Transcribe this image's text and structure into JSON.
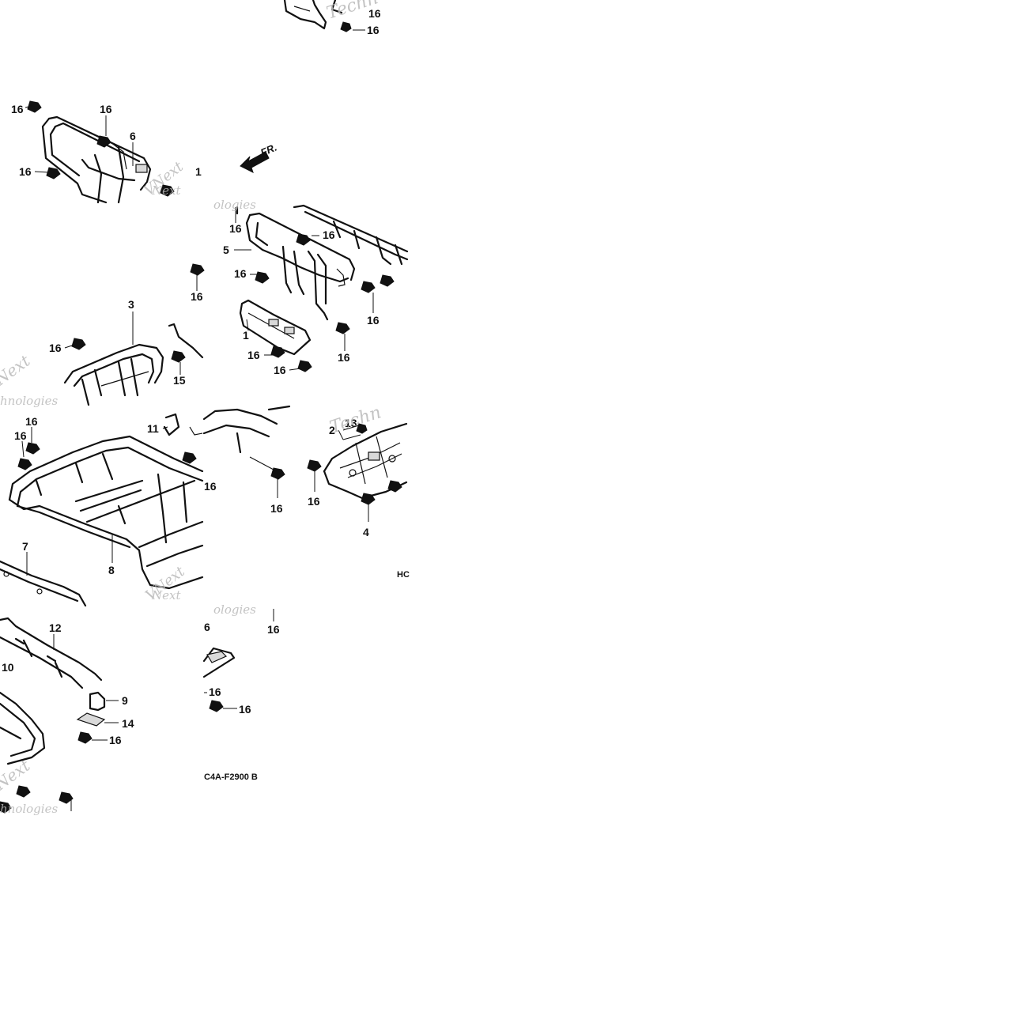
{
  "callouts": [
    {
      "id": "c1",
      "text": "16"
    },
    {
      "id": "c2",
      "text": "16"
    },
    {
      "id": "c3",
      "text": "16"
    },
    {
      "id": "c4",
      "text": "16"
    },
    {
      "id": "c5",
      "text": "6"
    },
    {
      "id": "c6",
      "text": "16"
    },
    {
      "id": "c7",
      "text": "16"
    },
    {
      "id": "c8",
      "text": "5"
    },
    {
      "id": "c9",
      "text": "16"
    },
    {
      "id": "c10",
      "text": "16"
    },
    {
      "id": "c11",
      "text": "16"
    },
    {
      "id": "c12",
      "text": "16"
    },
    {
      "id": "c13",
      "text": "1"
    },
    {
      "id": "c14",
      "text": "16"
    },
    {
      "id": "c15",
      "text": "16"
    },
    {
      "id": "c16",
      "text": "16"
    },
    {
      "id": "c17",
      "text": "3"
    },
    {
      "id": "c18",
      "text": "16"
    },
    {
      "id": "c19",
      "text": "15"
    },
    {
      "id": "c20",
      "text": "16"
    },
    {
      "id": "c21",
      "text": "16"
    },
    {
      "id": "c22",
      "text": "11"
    },
    {
      "id": "c23",
      "text": "13"
    },
    {
      "id": "c24",
      "text": "2"
    },
    {
      "id": "c25",
      "text": "16"
    },
    {
      "id": "c26",
      "text": "16"
    },
    {
      "id": "c27",
      "text": "16"
    },
    {
      "id": "c28",
      "text": "4"
    },
    {
      "id": "c29",
      "text": "7"
    },
    {
      "id": "c30",
      "text": "8"
    },
    {
      "id": "c31",
      "text": "12"
    },
    {
      "id": "c32",
      "text": "10"
    },
    {
      "id": "c33",
      "text": "9"
    },
    {
      "id": "c34",
      "text": "14"
    },
    {
      "id": "c35",
      "text": "16"
    },
    {
      "id": "c36",
      "text": "16"
    },
    {
      "id": "c37",
      "text": "16"
    },
    {
      "id": "c38",
      "text": "16"
    }
  ],
  "direction_label": "FR.",
  "diagram_code": "C4A-F2900 B",
  "code_fragment": "HC",
  "watermark": {
    "brand": "VNext",
    "word_technologies": "Technologies",
    "fragment_tech": "Techn",
    "fragment_next": "Next",
    "fragment_logies": "ologies",
    "fragment_nologies": "hnologies"
  }
}
